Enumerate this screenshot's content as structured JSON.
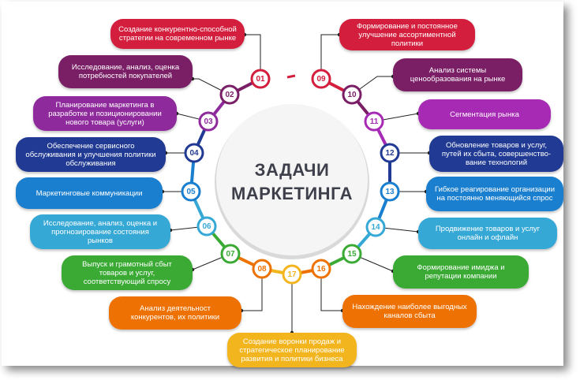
{
  "title": {
    "line1": "ЗАДАЧИ",
    "line2": "МАРКЕТИНГА"
  },
  "tasks": [
    {
      "num": "01",
      "color": "#d31f3d",
      "text": "Создание конкурентно-способной стратегии на современном рынке"
    },
    {
      "num": "02",
      "color": "#7a1f66",
      "text": "Исследование, анализ, оценка потребностей покупателей"
    },
    {
      "num": "03",
      "color": "#8e2a9b",
      "text": "Планирование маркетинга в разработке и позиционировании нового товара (услуги)"
    },
    {
      "num": "04",
      "color": "#213a93",
      "text": "Обеспечение сервисного обслуживания и улучшения политики обслуживания"
    },
    {
      "num": "05",
      "color": "#1b7fcf",
      "text": "Маркетинговые коммуникации"
    },
    {
      "num": "06",
      "color": "#36a8d6",
      "text": "Исследование, анализ, оценка и прогнозирование состояния рынков"
    },
    {
      "num": "07",
      "color": "#3aaa35",
      "text": "Выпуск и грамотный сбыт товаров и услуг, соответствующий спросу"
    },
    {
      "num": "08",
      "color": "#ee7203",
      "text": "Анализ деятельност конкурентов, их политики"
    },
    {
      "num": "09",
      "color": "#d31f3d",
      "text": "Формирование и постоянное улучшение ассортиментной политики"
    },
    {
      "num": "10",
      "color": "#7a1f66",
      "text": "Анализ системы ценообразования на рынке"
    },
    {
      "num": "11",
      "color": "#a72ab5",
      "text": "Сегментация рынка"
    },
    {
      "num": "12",
      "color": "#213a93",
      "text": "Обновление товаров и услуг, путей их сбыта, совершенство-вание технологий"
    },
    {
      "num": "13",
      "color": "#1b7fcf",
      "text": "Гибкое реагирование организации на постоянно меняющийся спрос"
    },
    {
      "num": "14",
      "color": "#36a8d6",
      "text": "Продвижение товаров и услуг онлайн и офлайн"
    },
    {
      "num": "15",
      "color": "#3aaa35",
      "text": "Формирование имиджа и репутации компании"
    },
    {
      "num": "16",
      "color": "#ee7203",
      "text": "Нахождение наиболее выгодных каналов сбыта"
    },
    {
      "num": "17",
      "color": "#f3b51e",
      "text": "Создание воронки продаж и стратегическое планирование развития и политики бизнеса"
    }
  ]
}
